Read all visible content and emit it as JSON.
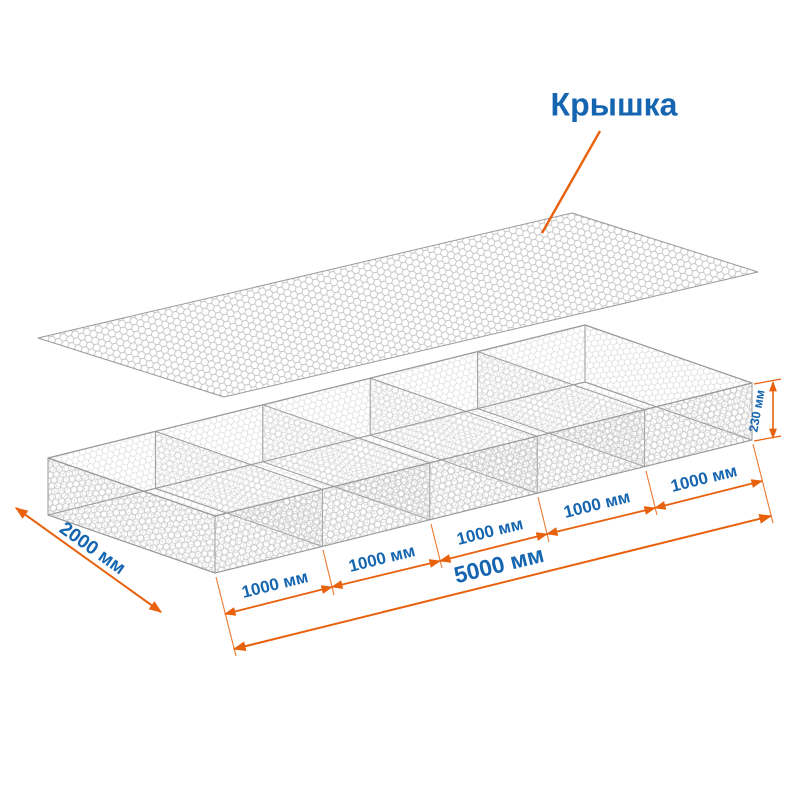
{
  "labels": {
    "lid": "Крышка",
    "width": "2000 мм",
    "cells": [
      "1000 мм",
      "1000 мм",
      "1000 мм",
      "1000 мм",
      "1000 мм"
    ],
    "total": "5000 мм",
    "height": "230 мм"
  },
  "colors": {
    "accent-orange": "#e8610c",
    "label-blue": "#1565b0",
    "mesh-gray": "#c0c0c0",
    "edge-gray": "#9a9a9a",
    "background": "#ffffff"
  }
}
